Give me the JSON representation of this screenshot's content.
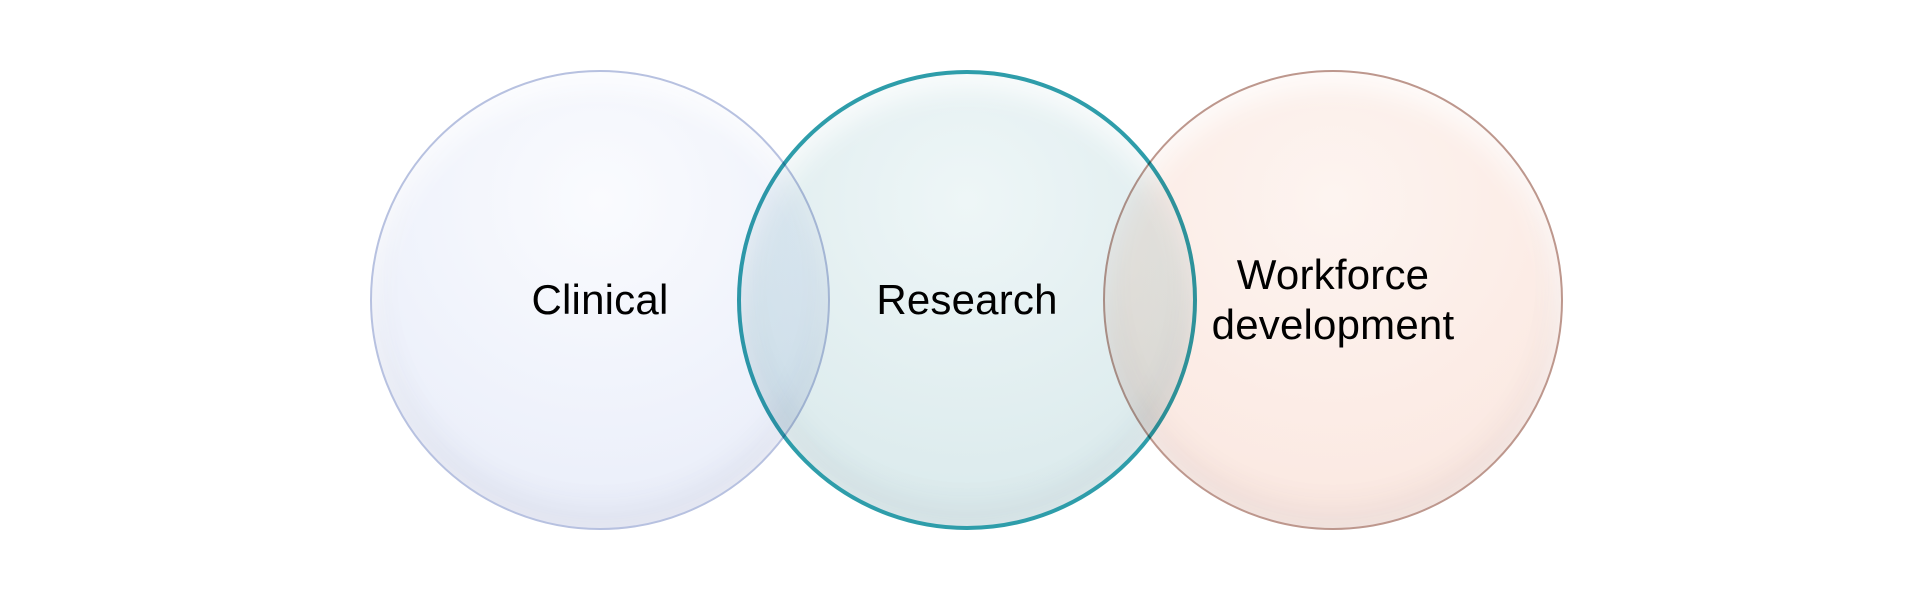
{
  "diagram": {
    "type": "venn-overlapping-circles",
    "background": "#ffffff",
    "text_color": "#000000",
    "sets": [
      {
        "id": "clinical",
        "label": "Clinical",
        "fill": "#ebeffa",
        "fill_light": "#fafbfe",
        "border": "#b7c1e0",
        "border_width": 2
      },
      {
        "id": "research",
        "label": "Research",
        "fill": "#dcebed",
        "fill_light": "#eef6f7",
        "border": "#2e9daa",
        "border_width": 4
      },
      {
        "id": "workforce",
        "label": "Workforce development",
        "fill": "#fbe9e2",
        "fill_light": "#fdf4f0",
        "border": "#bd978d",
        "border_width": 2
      }
    ]
  }
}
